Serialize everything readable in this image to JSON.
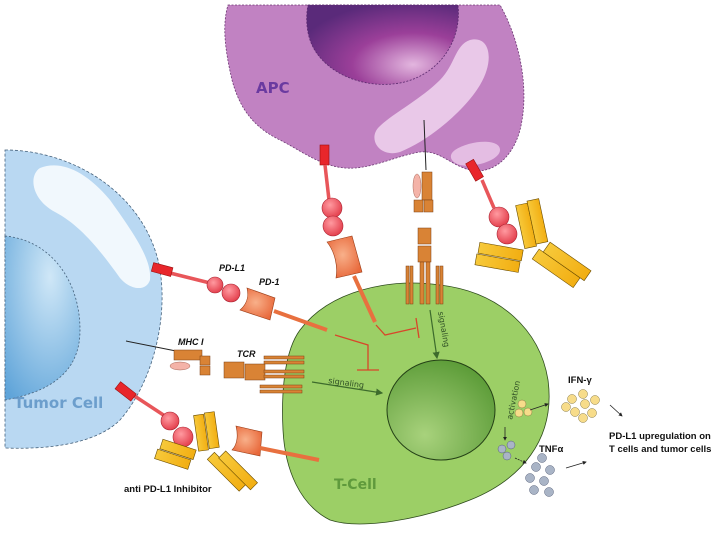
{
  "cells": {
    "apc": {
      "label": "APC",
      "label_color": "#6a3aa0",
      "fill": "#bf7bbf",
      "nucleus_fill": "#8a3b93"
    },
    "tumor": {
      "label": "Tumor Cell",
      "label_color": "#5f94c6",
      "fill": "#b9d8f2",
      "nucleus_fill": "#7fb6e2"
    },
    "tcell": {
      "label": "T-Cell",
      "label_color": "#5f9a3c",
      "fill": "#9ccf66",
      "nucleus_fill": "#6aa93f"
    }
  },
  "molecules": {
    "pdl1": "PD-L1",
    "pd1": "PD-1",
    "mhc1": "MHC I",
    "tcr": "TCR",
    "inhibitor": "anti PD-L1 Inhibitor"
  },
  "arrows": {
    "signaling_tcr": "signaling",
    "signaling_apc": "signaling",
    "activation": "activation"
  },
  "cytokines": {
    "ifn": {
      "label": "IFN-γ",
      "color": "#f7dc8a"
    },
    "tnf": {
      "label": "TNFα",
      "color": "#a9b4c6"
    }
  },
  "outcome": {
    "line1": "PD-L1 upregulation on",
    "line2": "T cells and tumor cells"
  },
  "colors": {
    "pdl1_red": "#e8262b",
    "pdl1_bead": "#ee4b57",
    "pd1_orange": "#ec7a45",
    "tcr_brown": "#d98335",
    "antibody_yellow": "#f2b81c",
    "inhibit_line": "#d8462a"
  }
}
